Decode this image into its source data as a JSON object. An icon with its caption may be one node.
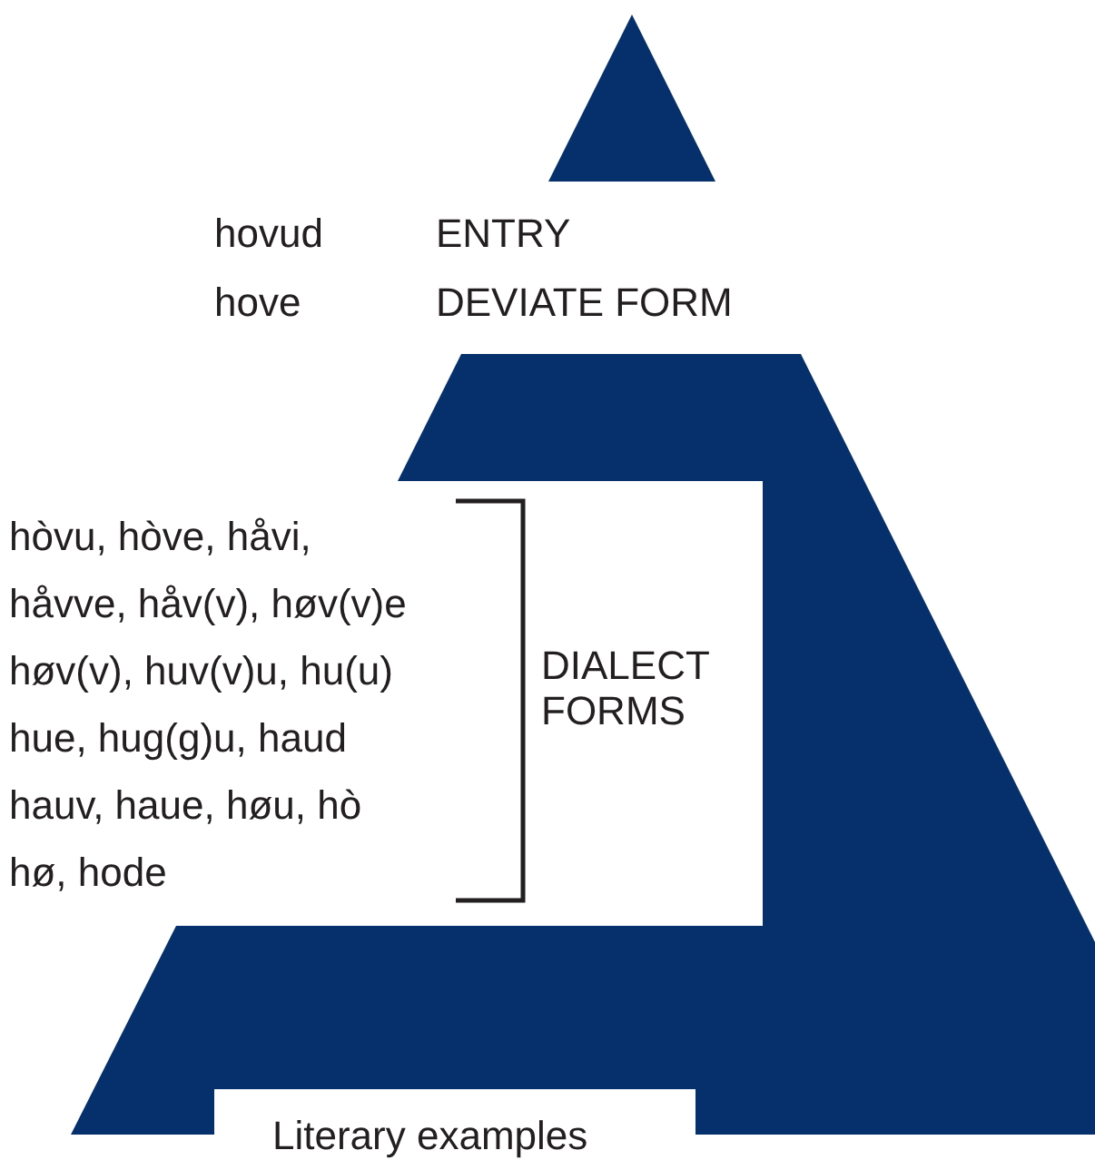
{
  "diagram": {
    "labels": [
      "hovud",
      "ENTRY",
      "hove",
      "DEVIATE FORM",
      "hòvu, hòve, håvi,",
      "håvve, håv(v), høv(v)e",
      "høv(v), huv(v)u, hu(u)",
      "hue, hug(g)u, haud",
      "hauv, haue, høu, hò",
      "hø, hode",
      "DIALECT",
      "FORMS",
      "Literary examples"
    ]
  }
}
